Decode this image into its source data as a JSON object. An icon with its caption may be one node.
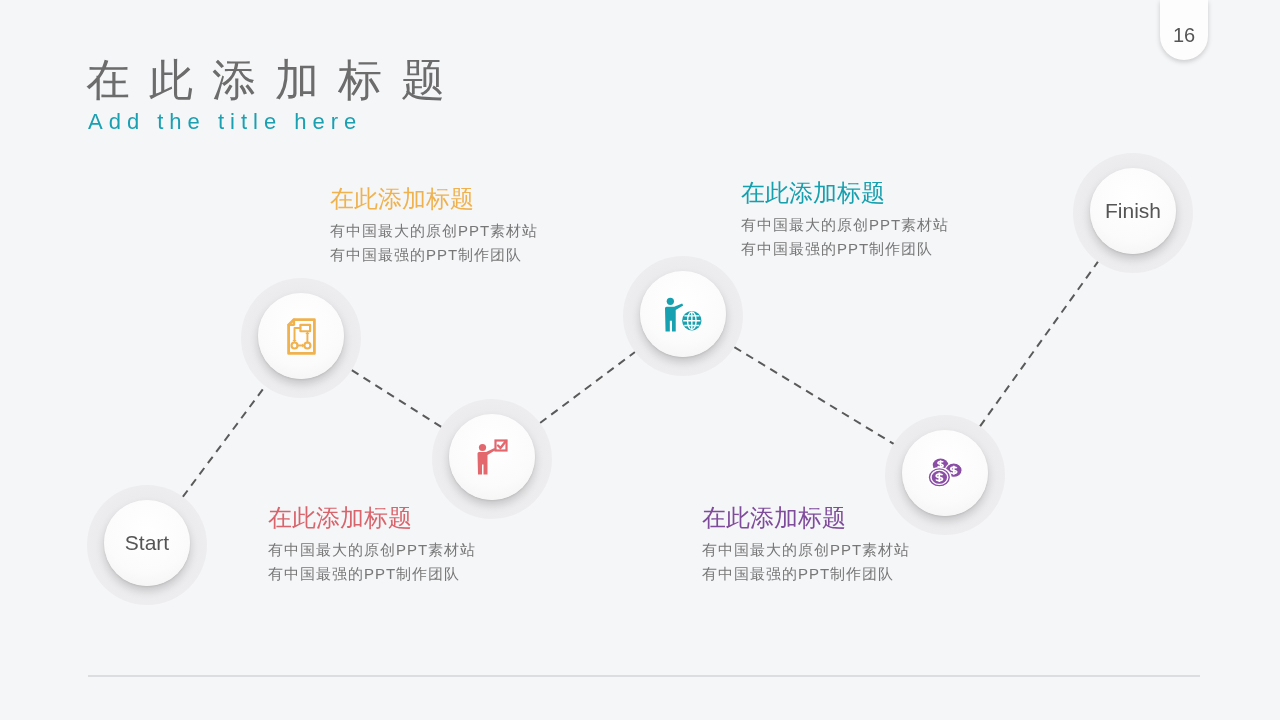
{
  "diagram": {
    "title": "在此添加标题",
    "nodes": [
      {
        "text": [
          "Start"
        ]
      },
      {
        "text": [],
        "shape": "circle",
        "beside": [
          "在此添加标题",
          "有中国最大的原创PPT素材站有中国最强的PPT制作团队"
        ]
      },
      {
        "text": [],
        "shape": "circle",
        "beside": [
          "在此添加标题",
          "有中国最大的原创PPT素材站有中国最强的PPT制作团队"
        ]
      },
      {
        "text": [],
        "shape": "circle",
        "beside": [
          "在此添加标题",
          "有中国最大的原创PPT素材站有中国最强的PPT制作团队"
        ]
      },
      {
        "text": [],
        "shape": "circle",
        "beside": [
          "在此添加标题",
          "有中国最大的原创PPT素材站有中国最强的PPT制作团队"
        ]
      },
      {
        "text": [
          "Finish"
        ]
      }
    ],
    "edges": [
      {
        "from": 0,
        "to": 1,
        "arrow": "none",
        "style": "dashed"
      },
      {
        "from": 1,
        "to": 2,
        "arrow": "none",
        "style": "dashed"
      },
      {
        "from": 2,
        "to": 3,
        "arrow": "none",
        "style": "dashed"
      },
      {
        "from": 3,
        "to": 4,
        "arrow": "none",
        "style": "dashed"
      },
      {
        "from": 4,
        "to": 5,
        "arrow": "none",
        "style": "dashed"
      }
    ],
    "labels": [
      "16",
      "Add the title here"
    ]
  }
}
